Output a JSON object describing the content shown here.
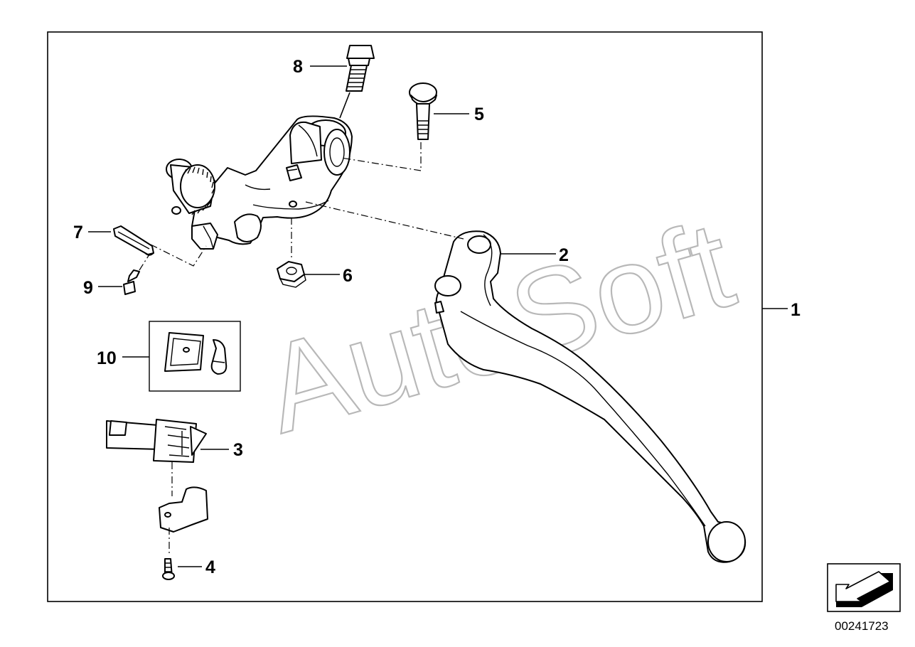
{
  "watermark": "AutoSoft",
  "document_number": "00241723",
  "callouts": {
    "c1": "1",
    "c2": "2",
    "c3": "3",
    "c4": "4",
    "c5": "5",
    "c6": "6",
    "c7": "7",
    "c8": "8",
    "c9": "9",
    "c10": "10"
  },
  "icons": {
    "orientation": "arrow-down-left-icon"
  }
}
